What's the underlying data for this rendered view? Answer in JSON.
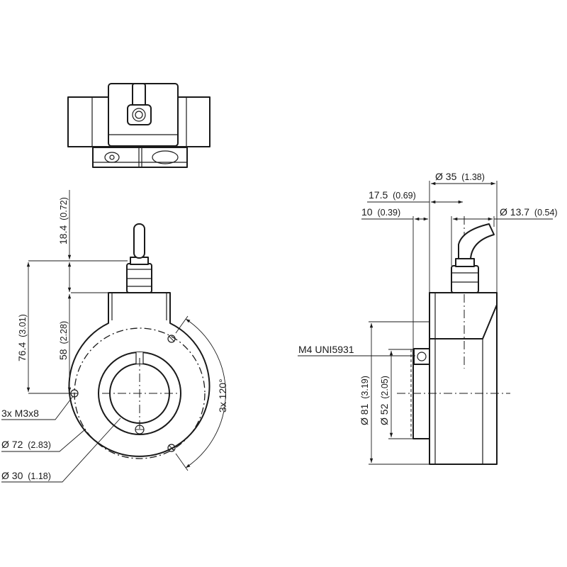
{
  "dimensions": {
    "cable_offset": {
      "value": "18.4",
      "inch": "(0.72)"
    },
    "overall_height": {
      "value": "76.4",
      "inch": "(3.01)"
    },
    "center_to_top": {
      "value": "58",
      "inch": "(2.28)"
    },
    "mount_screws": {
      "value": "3x M3x8"
    },
    "bolt_circle": {
      "value": "Ø 72",
      "inch": "(2.83)"
    },
    "bore": {
      "value": "Ø 30",
      "inch": "(1.18)"
    },
    "angle": {
      "value": "3x 120°"
    },
    "depth_total": {
      "value": "Ø 35",
      "inch": "(1.38)"
    },
    "cable_axis": {
      "value": "17.5",
      "inch": "(0.69)"
    },
    "flange": {
      "value": "10",
      "inch": "(0.39)"
    },
    "cable_dia": {
      "value": "Ø 13.7",
      "inch": "(0.54)"
    },
    "clamp_screw": {
      "value": "M4 UNI5931"
    },
    "outer_dia": {
      "value": "Ø 81",
      "inch": "(3.19)"
    },
    "hub_dia": {
      "value": "Ø 52",
      "inch": "(2.05)"
    }
  }
}
